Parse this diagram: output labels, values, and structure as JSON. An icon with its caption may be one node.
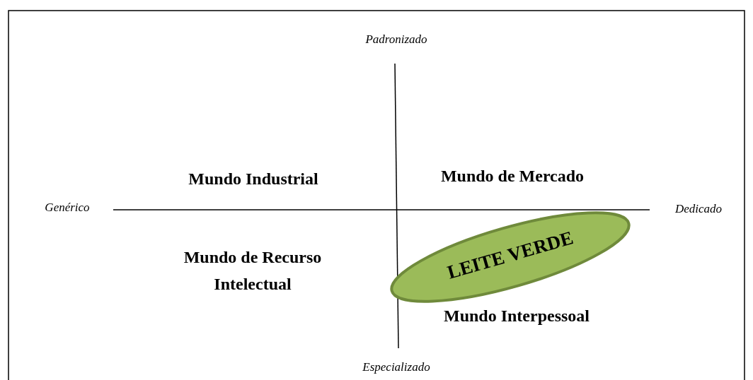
{
  "diagram": {
    "nodes": [
      {
        "text": [
          "LEITE VERDE"
        ]
      }
    ],
    "labels": [
      "Padronizado",
      "Mundo Industrial",
      "Mundo de Mercado",
      "Genérico",
      "Dedicado",
      "Mundo de Recurso Intelectual",
      "Mundo Interpessoal",
      "Especializado"
    ]
  }
}
